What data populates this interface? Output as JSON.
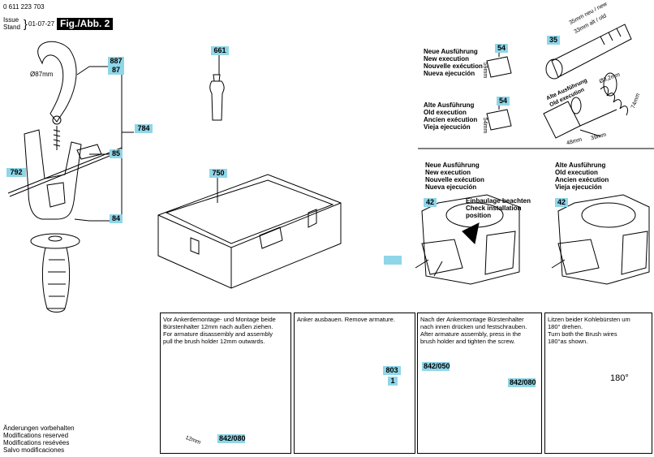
{
  "header": {
    "doc_number": "0 611 223 703",
    "issue_label": "Issue",
    "stand_label": "Stand",
    "issue_date": "01-07-27",
    "figure_label": "Fig./Abb. 2"
  },
  "callouts": {
    "c887": "887",
    "c87": "87",
    "c784": "784",
    "c85": "85",
    "c792": "792",
    "c84": "84",
    "c661": "661",
    "c750": "750",
    "c54a": "54",
    "c54b": "54",
    "c35": "35",
    "c42a": "42",
    "c42b": "42",
    "c803": "803",
    "c1": "1",
    "c842a": "842/050",
    "c842b": "842/080",
    "c842c": "842/080",
    "blank": ""
  },
  "dimensions": {
    "handle_diameter": "Ø87mm",
    "d59": "59mm",
    "d54": "54mm",
    "d35_new": "35mm neu / new",
    "d33_old": "33mm alt / old",
    "d32": "Ø3,2mm",
    "d74": "74mm",
    "d39": "39mm",
    "d48": "48mm",
    "d12": "12mm",
    "angle": "180°"
  },
  "execution": {
    "new_de": "Neue Ausführung",
    "new_en": "New execution",
    "new_fr": "Nouvelle exécution",
    "new_es": "Nueva ejecución",
    "old_de": "Alte Ausführung",
    "old_en": "Old execution",
    "old_fr": "Ancien exécution",
    "old_es": "Vieja ejecución",
    "motor_old_de": "Alte Ausführung",
    "motor_old_en": "Old execution",
    "install_de": "Einbaulage beachten",
    "install_en": "Check installation",
    "install_pos": "position"
  },
  "instructions": {
    "box1": "Vor Ankerdemontage- und Montage beide\nBürstenhalter 12mm nach außen ziehen.\nFor armature disassembly and assembly\npull the brush holder 12mm outwards.",
    "box2": "Anker ausbauen. Remove armature.",
    "box3": "Nach der Ankermontage Bürstenhalter\nnach innen drücken und festschrauben.\nAfter armature assembly, press in the\nbrush holder and tighten the screw.",
    "box4": "Litzen beider Kohlebürsten um\n180° drehen.\nTurn both the Brush wires\n180°as shown."
  },
  "footer": {
    "line1": "Änderungen vorbehalten",
    "line2": "Modifications reserved",
    "line3": "Modifications resévées",
    "line4": "Salvo modificaciones"
  }
}
